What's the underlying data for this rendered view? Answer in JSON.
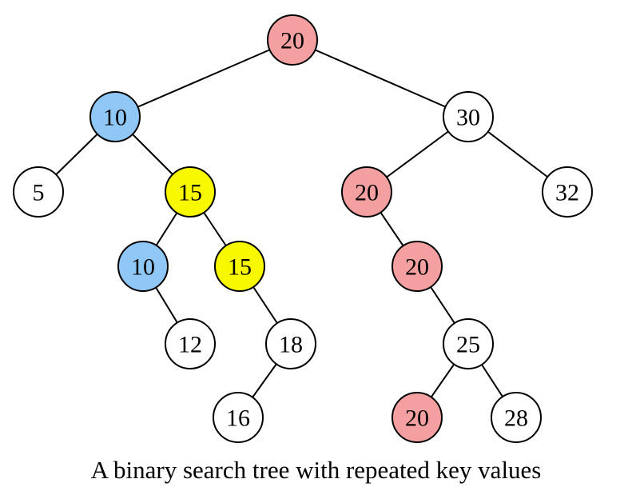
{
  "colors": {
    "red": "#f4a0a0",
    "blue": "#8fc8f6",
    "yellow": "#f8f800",
    "white": "#ffffff"
  },
  "tree": {
    "nodes": [
      {
        "id": "n20-root",
        "label": "20",
        "color": "red"
      },
      {
        "id": "n10-a",
        "label": "10",
        "color": "blue"
      },
      {
        "id": "n30",
        "label": "30",
        "color": "white"
      },
      {
        "id": "n5",
        "label": "5",
        "color": "white"
      },
      {
        "id": "n15-a",
        "label": "15",
        "color": "yellow"
      },
      {
        "id": "n20-b",
        "label": "20",
        "color": "red"
      },
      {
        "id": "n32",
        "label": "32",
        "color": "white"
      },
      {
        "id": "n10-b",
        "label": "10",
        "color": "blue"
      },
      {
        "id": "n15-b",
        "label": "15",
        "color": "yellow"
      },
      {
        "id": "n20-c",
        "label": "20",
        "color": "red"
      },
      {
        "id": "n12",
        "label": "12",
        "color": "white"
      },
      {
        "id": "n18",
        "label": "18",
        "color": "white"
      },
      {
        "id": "n25",
        "label": "25",
        "color": "white"
      },
      {
        "id": "n16",
        "label": "16",
        "color": "white"
      },
      {
        "id": "n20-d",
        "label": "20",
        "color": "red"
      },
      {
        "id": "n28",
        "label": "28",
        "color": "white"
      }
    ],
    "edges": [
      [
        "n20-root",
        "n10-a"
      ],
      [
        "n20-root",
        "n30"
      ],
      [
        "n10-a",
        "n5"
      ],
      [
        "n10-a",
        "n15-a"
      ],
      [
        "n30",
        "n20-b"
      ],
      [
        "n30",
        "n32"
      ],
      [
        "n15-a",
        "n10-b"
      ],
      [
        "n15-a",
        "n15-b"
      ],
      [
        "n20-b",
        "n20-c"
      ],
      [
        "n10-b",
        "n12"
      ],
      [
        "n15-b",
        "n18"
      ],
      [
        "n20-c",
        "n25"
      ],
      [
        "n18",
        "n16"
      ],
      [
        "n25",
        "n20-d"
      ],
      [
        "n25",
        "n28"
      ]
    ]
  },
  "caption": "A binary search tree with repeated key values"
}
